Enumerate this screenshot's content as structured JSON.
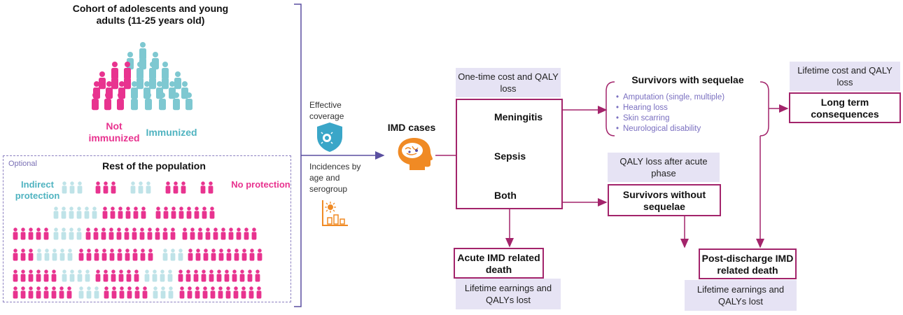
{
  "cohort": {
    "title": "Cohort of adolescents and young adults (11-25 years old)",
    "not_immunized": "Not immunized",
    "immunized": "Immunized"
  },
  "population": {
    "optional": "Optional",
    "title": "Rest of the population",
    "indirect": "Indirect protection",
    "no_protection": "No protection"
  },
  "side_labels": {
    "effective_coverage": "Effective coverage",
    "incidences": "Incidences by age and serogroup"
  },
  "imd": {
    "cases": "IMD cases",
    "one_time_cost": "One-time cost and QALY loss",
    "meningitis": "Meningitis",
    "sepsis": "Sepsis",
    "both": "Both"
  },
  "sequelae": {
    "title": "Survivors with sequelae",
    "items": [
      "Amputation (single, multiple)",
      "Hearing loss",
      "Skin scarring",
      "Neurological disability"
    ]
  },
  "long_term": {
    "cost": "Lifetime cost and QALY loss",
    "box": "Long term consequences"
  },
  "no_sequelae": {
    "qaly": "QALY loss after acute phase",
    "box": "Survivors without sequelae"
  },
  "deaths": {
    "acute": "Acute IMD related death",
    "post": "Post-discharge IMD related death",
    "earnings_acute": "Lifetime earnings and QALYs lost",
    "earnings_post": "Lifetime earnings and QALYs lost"
  },
  "colors": {
    "pink": "#e8338f",
    "teal": "#7ec8d1",
    "light_teal": "#bfe3e8",
    "magenta": "#a3246b",
    "navy": "#5a4fa0",
    "orange": "#f08a24",
    "shield": "#3aa6c8",
    "lavender": "#e6e3f4"
  }
}
